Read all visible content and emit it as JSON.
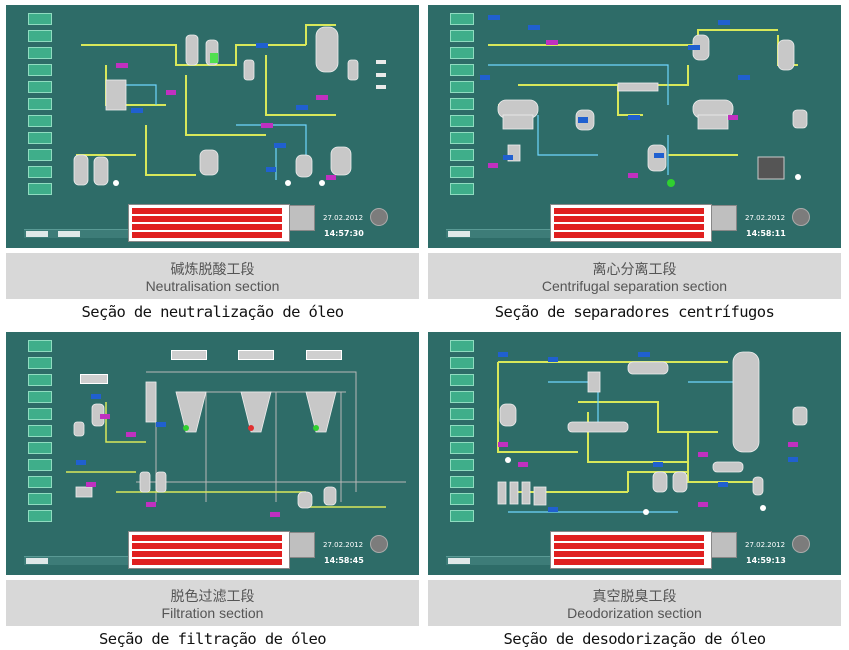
{
  "colors": {
    "screen_bg": "#2e6c68",
    "pipe": "#d8e85a",
    "vessel": "#c8c8c8",
    "alarm_red": "#e02020",
    "tag_blue": "#2060d0",
    "tag_magenta": "#c030c0",
    "caption_bg": "#d8d8d8"
  },
  "panels": [
    {
      "caption_cn": "碱炼脱酸工段",
      "caption_en": "Neutralisation section",
      "caption_pt": "Seção de neutralização de óleo",
      "date": "27.02.2012",
      "time": "14:57:30"
    },
    {
      "caption_cn": "离心分离工段",
      "caption_en": "Centrifugal separation section",
      "caption_pt": "Seção de separadores centrífugos",
      "date": "27.02.2012",
      "time": "14:58:11"
    },
    {
      "caption_cn": "脱色过滤工段",
      "caption_en": "Filtration section",
      "caption_pt": "Seção de filtração de óleo",
      "date": "27.02.2012",
      "time": "14:58:45"
    },
    {
      "caption_cn": "真空脱臭工段",
      "caption_en": "Deodorization section",
      "caption_pt": "Seção de desodorização de óleo",
      "date": "27.02.2012",
      "time": "14:59:13"
    }
  ],
  "icons": {
    "horn": "horn-icon"
  }
}
